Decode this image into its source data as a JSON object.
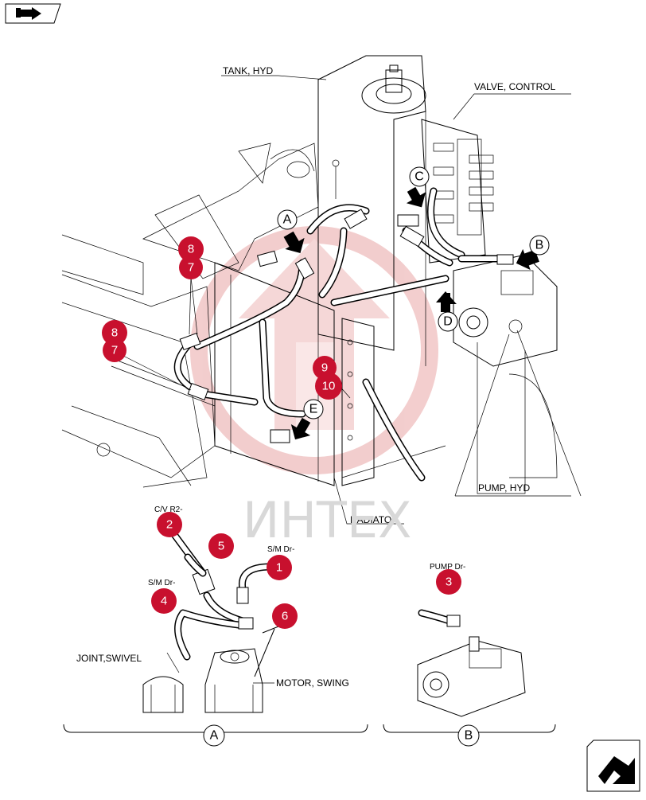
{
  "labels": {
    "tank": "TANK, HYD",
    "valve": "VALVE, CONTROL",
    "pump": "PUMP, HYD",
    "radiator": "RADIATOR",
    "joint": "JOINT,SWIVEL",
    "motor": "MOTOR, SWING",
    "cv": "C/V R2-",
    "sm1": "S/M Dr-",
    "sm2": "S/M Dr-",
    "pumpdr": "PUMP Dr-"
  },
  "callouts": [
    "8",
    "7",
    "8",
    "7",
    "9",
    "10",
    "2",
    "5",
    "1",
    "4",
    "6",
    "3"
  ],
  "view_letters": [
    "A",
    "B",
    "C",
    "D",
    "E"
  ],
  "section_letters": [
    "A",
    "B"
  ],
  "watermark": "ИНТЕХ",
  "colors": {
    "callout_fill": "#c8102e",
    "watermark": "#d8d8d8",
    "logo_red": "#e8b0b0"
  },
  "icons": {
    "nav_top": "next-page-icon",
    "nav_bottom": "return-arrow-icon"
  }
}
